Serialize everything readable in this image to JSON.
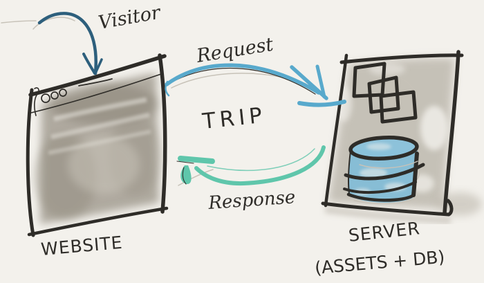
{
  "diagram": {
    "type": "hand-drawn-sketch",
    "labels": {
      "visitor": "Visitor",
      "request": "Request",
      "trip": "TRIP",
      "response": "Response",
      "website": "WEBSITE",
      "server": "SERVER",
      "server_sub": "(ASSETS + DB)"
    },
    "nodes": [
      {
        "id": "website",
        "label": "WEBSITE",
        "icon": "browser-window-icon"
      },
      {
        "id": "server",
        "label": "SERVER",
        "sublabel": "(ASSETS + DB)",
        "icons": [
          "documents-stack-icon",
          "database-icon"
        ]
      }
    ],
    "edges": [
      {
        "from": "visitor",
        "to": "website",
        "label": "Visitor",
        "color": "#2d5f7c"
      },
      {
        "from": "website",
        "to": "server",
        "label": "Request",
        "color": "#58a9cc"
      },
      {
        "from": "server",
        "to": "website",
        "label": "Response",
        "color": "#5fc6ab"
      }
    ],
    "center_label": "TRIP"
  },
  "colors": {
    "paper": "#f3f1ec",
    "ink": "#2e2c28",
    "pencil": "#c7c2b8",
    "visitor_arrow": "#2d5f7c",
    "request_arrow": "#58a9cc",
    "response_arrow": "#5fc6ab",
    "database_fill": "#7fbcd8",
    "database_fill_light": "#8ac2db",
    "wash_gray": "#a39d90"
  }
}
